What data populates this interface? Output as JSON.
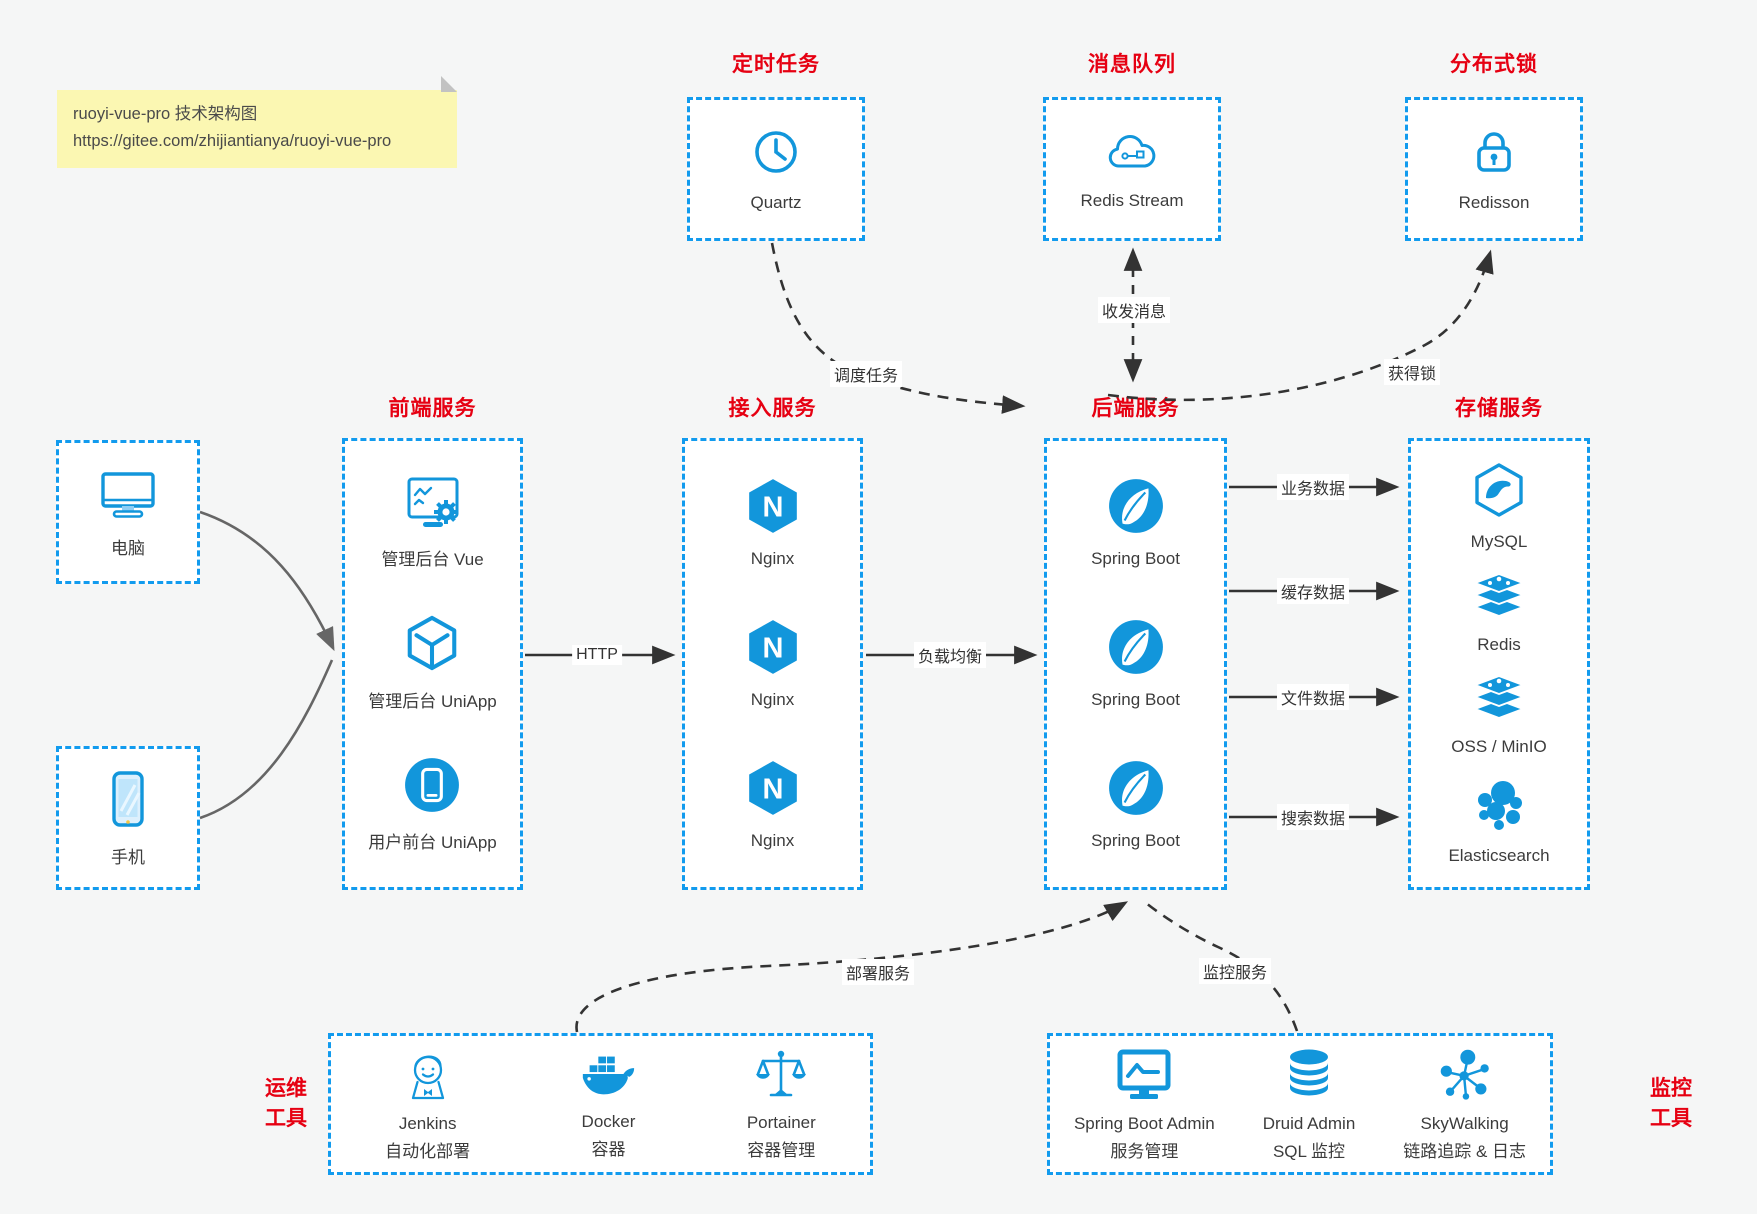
{
  "colors": {
    "accent_blue": "#1296db",
    "border_blue": "#129bee",
    "title_red": "#e60012",
    "arrow_black": "#333333",
    "client_arrow_gray": "#666666",
    "note_bg": "#fbf7b2",
    "page_bg": "#f5f6f6"
  },
  "note": {
    "line1": "ruoyi-vue-pro 技术架构图",
    "line2": "https://gitee.com/zhijiantianya/ruoyi-vue-pro"
  },
  "top_services": [
    {
      "title": "定时任务",
      "label": "Quartz",
      "icon": "clock-icon"
    },
    {
      "title": "消息队列",
      "label": "Redis Stream",
      "icon": "cloud-stream-icon"
    },
    {
      "title": "分布式锁",
      "label": "Redisson",
      "icon": "lock-icon"
    }
  ],
  "clients": [
    {
      "label": "电脑",
      "icon": "desktop-icon"
    },
    {
      "label": "手机",
      "icon": "phone-icon"
    }
  ],
  "service_columns": [
    {
      "title": "前端服务",
      "items": [
        {
          "label": "管理后台 Vue",
          "icon": "admin-vue-icon"
        },
        {
          "label": "管理后台 UniApp",
          "icon": "uniapp-cube-icon"
        },
        {
          "label": "用户前台 UniApp",
          "icon": "user-app-icon"
        }
      ]
    },
    {
      "title": "接入服务",
      "items": [
        {
          "label": "Nginx",
          "icon": "nginx-icon"
        },
        {
          "label": "Nginx",
          "icon": "nginx-icon"
        },
        {
          "label": "Nginx",
          "icon": "nginx-icon"
        }
      ]
    },
    {
      "title": "后端服务",
      "items": [
        {
          "label": "Spring Boot",
          "icon": "spring-icon"
        },
        {
          "label": "Spring Boot",
          "icon": "spring-icon"
        },
        {
          "label": "Spring Boot",
          "icon": "spring-icon"
        }
      ]
    },
    {
      "title": "存储服务",
      "items": [
        {
          "label": "MySQL",
          "icon": "mysql-icon"
        },
        {
          "label": "Redis",
          "icon": "redis-stack-icon"
        },
        {
          "label": "OSS / MinIO",
          "icon": "storage-stack-icon"
        },
        {
          "label": "Elasticsearch",
          "icon": "elasticsearch-icon"
        }
      ]
    }
  ],
  "tool_groups": [
    {
      "title_line1": "运维",
      "title_line2": "工具",
      "items": [
        {
          "name": "Jenkins",
          "desc": "自动化部署",
          "icon": "jenkins-icon"
        },
        {
          "name": "Docker",
          "desc": "容器",
          "icon": "docker-icon"
        },
        {
          "name": "Portainer",
          "desc": "容器管理",
          "icon": "portainer-icon"
        }
      ]
    },
    {
      "title_line1": "监控",
      "title_line2": "工具",
      "items": [
        {
          "name": "Spring Boot Admin",
          "desc": "服务管理",
          "icon": "boot-admin-icon"
        },
        {
          "name": "Druid Admin",
          "desc": "SQL 监控",
          "icon": "druid-icon"
        },
        {
          "name": "SkyWalking",
          "desc": "链路追踪 & 日志",
          "icon": "skywalking-icon"
        }
      ]
    }
  ],
  "edge_labels": {
    "http": "HTTP",
    "load_balance": "负载均衡",
    "schedule": "调度任务",
    "messaging": "收发消息",
    "lock": "获得锁",
    "business": "业务数据",
    "cache": "缓存数据",
    "file": "文件数据",
    "search": "搜索数据",
    "deploy": "部署服务",
    "monitor": "监控服务"
  }
}
